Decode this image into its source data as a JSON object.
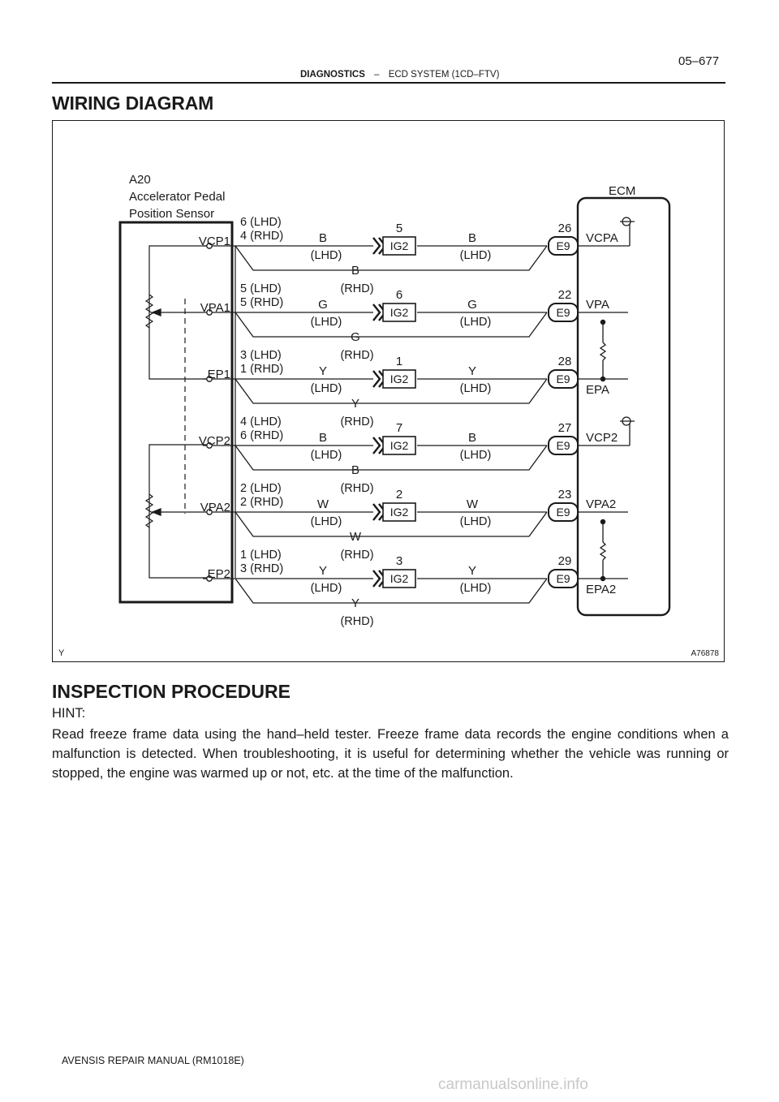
{
  "header": {
    "section": "DIAGNOSTICS",
    "separator": "–",
    "subsection": "ECD SYSTEM (1CD–FTV)",
    "page_number": "05–677"
  },
  "title": "WIRING DIAGRAM",
  "diagram": {
    "sensor_code": "A20",
    "sensor_name_line1": "Accelerator Pedal",
    "sensor_name_line2": "Position Sensor",
    "ecm_label": "ECM",
    "ref_left": "Y",
    "ref_right": "A76878",
    "circuits": [
      {
        "sensor_pin": "VCP1",
        "lhd_pin": "6 (LHD)",
        "rhd_pin": "4 (RHD)",
        "wire_color": "B",
        "jp_pin": "5",
        "jp_name": "IG2",
        "ecm_pin": "26",
        "ecm_connector": "E9",
        "ecm_terminal": "VCPA"
      },
      {
        "sensor_pin": "VPA1",
        "lhd_pin": "5 (LHD)",
        "rhd_pin": "5 (RHD)",
        "wire_color": "G",
        "jp_pin": "6",
        "jp_name": "IG2",
        "ecm_pin": "22",
        "ecm_connector": "E9",
        "ecm_terminal": "VPA"
      },
      {
        "sensor_pin": "EP1",
        "lhd_pin": "3 (LHD)",
        "rhd_pin": "1 (RHD)",
        "wire_color": "Y",
        "jp_pin": "1",
        "jp_name": "IG2",
        "ecm_pin": "28",
        "ecm_connector": "E9",
        "ecm_terminal": "EPA"
      },
      {
        "sensor_pin": "VCP2",
        "lhd_pin": "4 (LHD)",
        "rhd_pin": "6 (RHD)",
        "wire_color": "B",
        "jp_pin": "7",
        "jp_name": "IG2",
        "ecm_pin": "27",
        "ecm_connector": "E9",
        "ecm_terminal": "VCP2"
      },
      {
        "sensor_pin": "VPA2",
        "lhd_pin": "2 (LHD)",
        "rhd_pin": "2 (RHD)",
        "wire_color": "W",
        "jp_pin": "2",
        "jp_name": "IG2",
        "ecm_pin": "23",
        "ecm_connector": "E9",
        "ecm_terminal": "VPA2"
      },
      {
        "sensor_pin": "EP2",
        "lhd_pin": "1 (LHD)",
        "rhd_pin": "3 (RHD)",
        "wire_color": "Y",
        "jp_pin": "3",
        "jp_name": "IG2",
        "ecm_pin": "29",
        "ecm_connector": "E9",
        "ecm_terminal": "EPA2"
      }
    ],
    "lhd_tag": "(LHD)",
    "rhd_tag": "(RHD)"
  },
  "inspection": {
    "title": "INSPECTION PROCEDURE",
    "hint_label": "HINT:",
    "hint_text": "Read freeze frame data using the hand–held tester. Freeze frame data records the engine conditions when a malfunction is detected. When troubleshooting, it is useful for determining whether the vehicle was running or stopped, the engine was warmed up or not, etc. at the time of the malfunction."
  },
  "footer": "AVENSIS REPAIR MANUAL   (RM1018E)",
  "watermark": "carmanualsonline.info"
}
